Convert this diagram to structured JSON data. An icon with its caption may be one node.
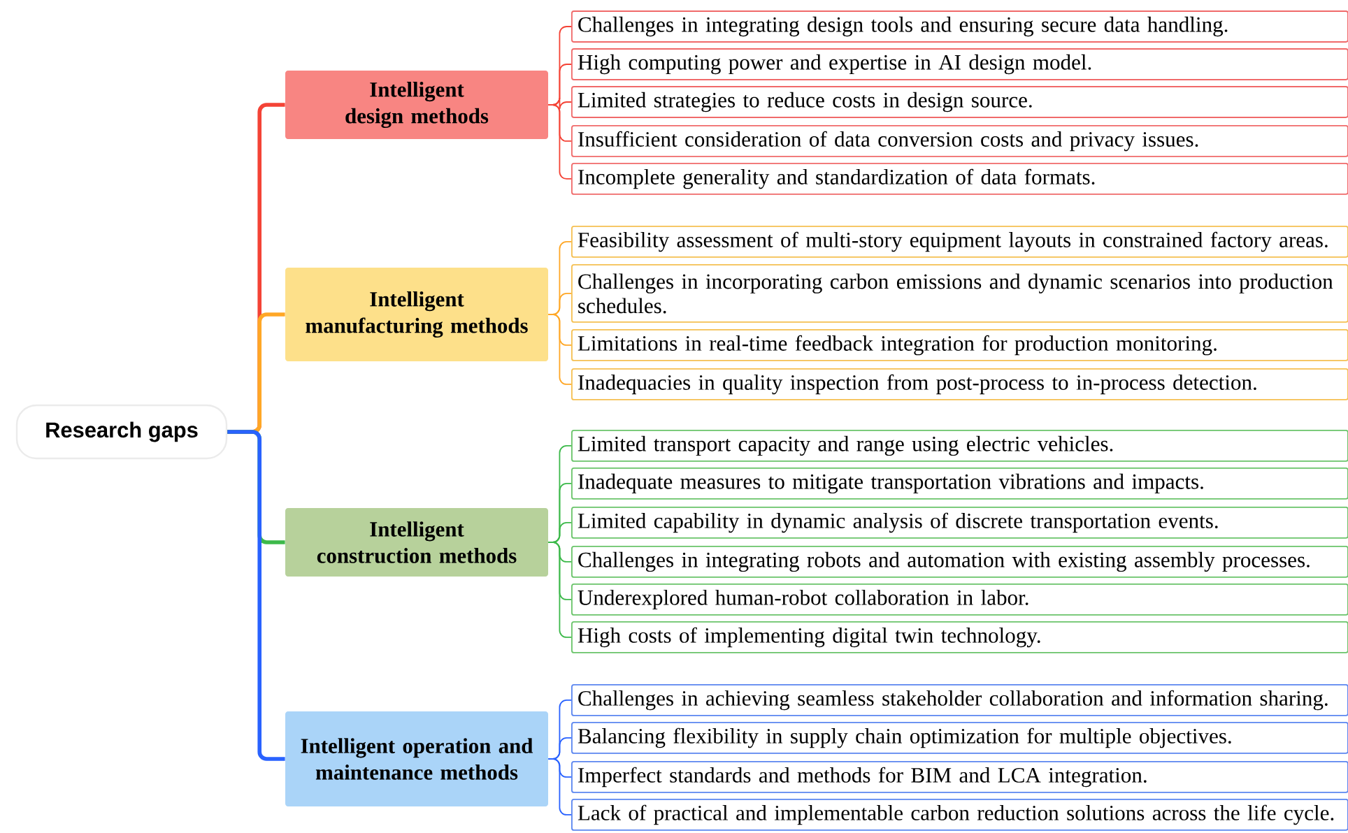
{
  "diagram": {
    "nodes": [
      {
        "text": [
          "Research gaps"
        ]
      },
      {
        "text": [
          "Intelligent design methods"
        ]
      },
      {
        "text": [
          "Challenges in integrating design tools and ensuring secure data handling."
        ]
      },
      {
        "text": [
          "High computing power and expertise in AI design model."
        ]
      },
      {
        "text": [
          "Limited strategies to reduce costs in design source."
        ]
      },
      {
        "text": [
          "Insufficient consideration of data conversion costs and privacy issues."
        ]
      },
      {
        "text": [
          "Incomplete generality and standardization of data formats."
        ]
      },
      {
        "text": [
          "Intelligent manufacturing methods"
        ]
      },
      {
        "text": [
          "Feasibility assessment of multi-story equipment layouts in constrained factory areas."
        ]
      },
      {
        "text": [
          "Challenges in incorporating carbon emissions and dynamic scenarios into production schedules."
        ]
      },
      {
        "text": [
          "Limitations in real-time feedback integration for production monitoring."
        ]
      },
      {
        "text": [
          "Inadequacies in quality inspection from post-process to in-process detection."
        ]
      },
      {
        "text": [
          "Intelligent construction methods"
        ]
      },
      {
        "text": [
          "Limited transport capacity and range using electric vehicles."
        ]
      },
      {
        "text": [
          "Inadequate measures to mitigate transportation vibrations and impacts."
        ]
      },
      {
        "text": [
          "Limited capability in dynamic analysis of discrete transportation events."
        ]
      },
      {
        "text": [
          "Challenges in integrating robots and automation with existing assembly processes."
        ]
      },
      {
        "text": [
          "Underexplored human-robot collaboration in labor."
        ]
      },
      {
        "text": [
          "High costs of implementing digital twin technology."
        ]
      },
      {
        "text": [
          "Intelligent operation and maintenance methods"
        ]
      },
      {
        "text": [
          "Challenges in achieving seamless stakeholder collaboration and information sharing."
        ]
      },
      {
        "text": [
          "Balancing flexibility in supply chain optimization for multiple objectives."
        ]
      },
      {
        "text": [
          "Imperfect standards and methods for BIM and LCA integration."
        ]
      },
      {
        "text": [
          "Lack of practical and implementable carbon reduction solutions across the life cycle."
        ]
      }
    ],
    "edges": [
      {
        "from": 0,
        "to": 1,
        "arrow": "none",
        "style": "thick",
        "color": "#f44336"
      },
      {
        "from": 1,
        "to": 2,
        "arrow": "none",
        "color": "#f44336"
      },
      {
        "from": 1,
        "to": 3,
        "arrow": "none",
        "color": "#f44336"
      },
      {
        "from": 1,
        "to": 4,
        "arrow": "none",
        "color": "#f44336"
      },
      {
        "from": 1,
        "to": 5,
        "arrow": "none",
        "color": "#f44336"
      },
      {
        "from": 1,
        "to": 6,
        "arrow": "none",
        "color": "#f44336"
      },
      {
        "from": 0,
        "to": 7,
        "arrow": "none",
        "style": "thick",
        "color": "#ffa726"
      },
      {
        "from": 7,
        "to": 8,
        "arrow": "none",
        "color": "#ffa726"
      },
      {
        "from": 7,
        "to": 9,
        "arrow": "none",
        "color": "#ffa726"
      },
      {
        "from": 7,
        "to": 10,
        "arrow": "none",
        "color": "#ffa726"
      },
      {
        "from": 7,
        "to": 11,
        "arrow": "none",
        "color": "#ffa726"
      },
      {
        "from": 0,
        "to": 12,
        "arrow": "none",
        "style": "thick",
        "color": "#3cb94a"
      },
      {
        "from": 12,
        "to": 13,
        "arrow": "none",
        "color": "#3cb94a"
      },
      {
        "from": 12,
        "to": 14,
        "arrow": "none",
        "color": "#3cb94a"
      },
      {
        "from": 12,
        "to": 15,
        "arrow": "none",
        "color": "#3cb94a"
      },
      {
        "from": 12,
        "to": 16,
        "arrow": "none",
        "color": "#3cb94a"
      },
      {
        "from": 12,
        "to": 17,
        "arrow": "none",
        "color": "#3cb94a"
      },
      {
        "from": 12,
        "to": 18,
        "arrow": "none",
        "color": "#3cb94a"
      },
      {
        "from": 0,
        "to": 19,
        "arrow": "none",
        "style": "thick",
        "color": "#2962ff"
      },
      {
        "from": 19,
        "to": 20,
        "arrow": "none",
        "color": "#2962ff"
      },
      {
        "from": 19,
        "to": 21,
        "arrow": "none",
        "color": "#2962ff"
      },
      {
        "from": 19,
        "to": 22,
        "arrow": "none",
        "color": "#2962ff"
      },
      {
        "from": 19,
        "to": 23,
        "arrow": "none",
        "color": "#2962ff"
      }
    ]
  }
}
